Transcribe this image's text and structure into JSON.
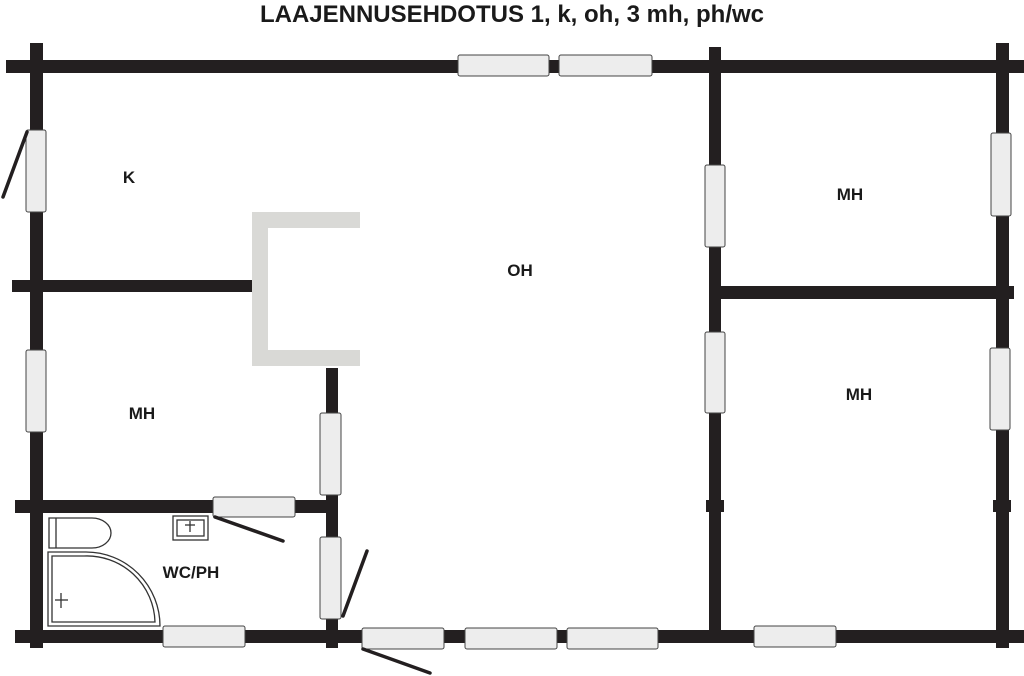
{
  "title": "LAAJENNUSEHDOTUS 1, k, oh, 3 mh, ph/wc",
  "rooms": {
    "kitchen": "K",
    "living": "OH",
    "bedroom_top_right": "MH",
    "bedroom_bottom_right": "MH",
    "bedroom_left": "MH",
    "bathroom": "WC/PH"
  },
  "colors": {
    "wall": "#231f20",
    "window_fill": "#ededed",
    "window_stroke": "#444444",
    "fireplace": "#d9d9d6"
  }
}
